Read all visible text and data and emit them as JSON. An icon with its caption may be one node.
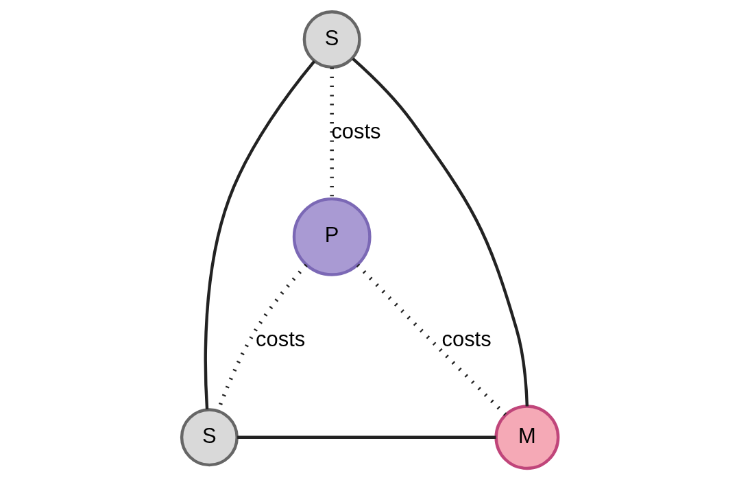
{
  "diagram": {
    "nodes": [
      {
        "text": [
          "S"
        ]
      },
      {
        "text": [
          "P"
        ]
      },
      {
        "text": [
          "S"
        ]
      },
      {
        "text": [
          "M"
        ]
      }
    ],
    "edges": [
      {
        "from": 0,
        "to": 2,
        "arrow": "none"
      },
      {
        "from": 0,
        "to": 3,
        "arrow": "none"
      },
      {
        "from": 2,
        "to": 3,
        "arrow": "none"
      },
      {
        "from": 1,
        "to": 0,
        "arrow": "none",
        "label": "costs",
        "style": "dashed"
      },
      {
        "from": 1,
        "to": 2,
        "arrow": "none",
        "label": "costs",
        "style": "dashed"
      },
      {
        "from": 1,
        "to": 3,
        "arrow": "none",
        "label": "costs",
        "style": "dashed"
      }
    ]
  }
}
